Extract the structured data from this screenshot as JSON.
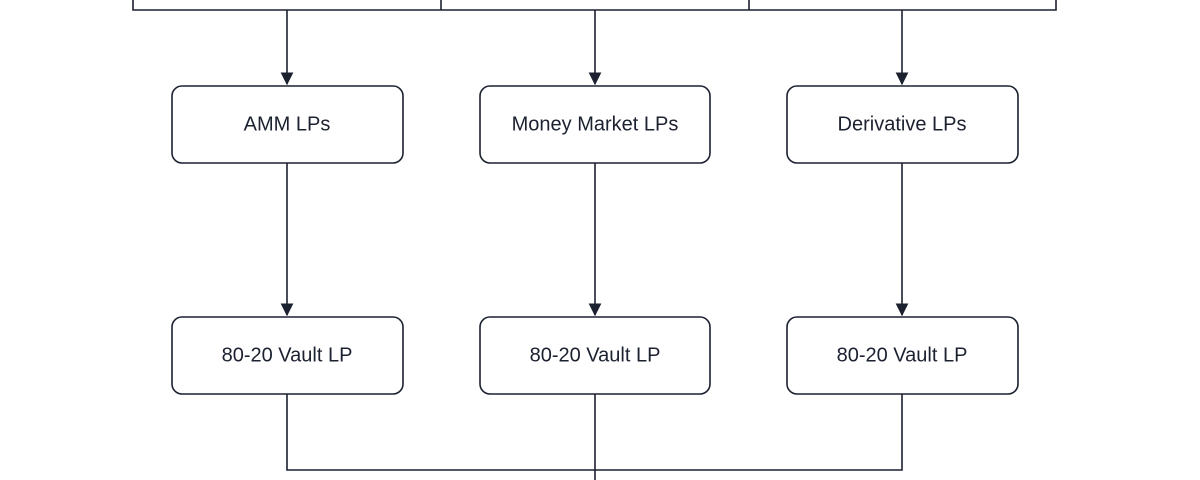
{
  "diagram": {
    "type": "flowchart",
    "colors": {
      "stroke": "#1c2130",
      "node_fill": "#ffffff",
      "background": "#ffffff"
    },
    "rows": [
      {
        "name": "lp-types",
        "nodes": [
          {
            "id": "amm",
            "label": "AMM LPs"
          },
          {
            "id": "money-market",
            "label": "Money Market LPs"
          },
          {
            "id": "derivative",
            "label": "Derivative LPs"
          }
        ]
      },
      {
        "name": "vault-lps",
        "nodes": [
          {
            "id": "vault-1",
            "label": "80-20 Vault LP"
          },
          {
            "id": "vault-2",
            "label": "80-20 Vault LP"
          },
          {
            "id": "vault-3",
            "label": "80-20 Vault LP"
          }
        ]
      }
    ],
    "edges": [
      {
        "from": "upstream",
        "to": "amm"
      },
      {
        "from": "upstream",
        "to": "money-market"
      },
      {
        "from": "upstream",
        "to": "derivative"
      },
      {
        "from": "amm",
        "to": "vault-1"
      },
      {
        "from": "money-market",
        "to": "vault-2"
      },
      {
        "from": "derivative",
        "to": "vault-3"
      },
      {
        "from": "vault-1",
        "to": "downstream"
      },
      {
        "from": "vault-2",
        "to": "downstream"
      },
      {
        "from": "vault-3",
        "to": "downstream"
      }
    ]
  }
}
